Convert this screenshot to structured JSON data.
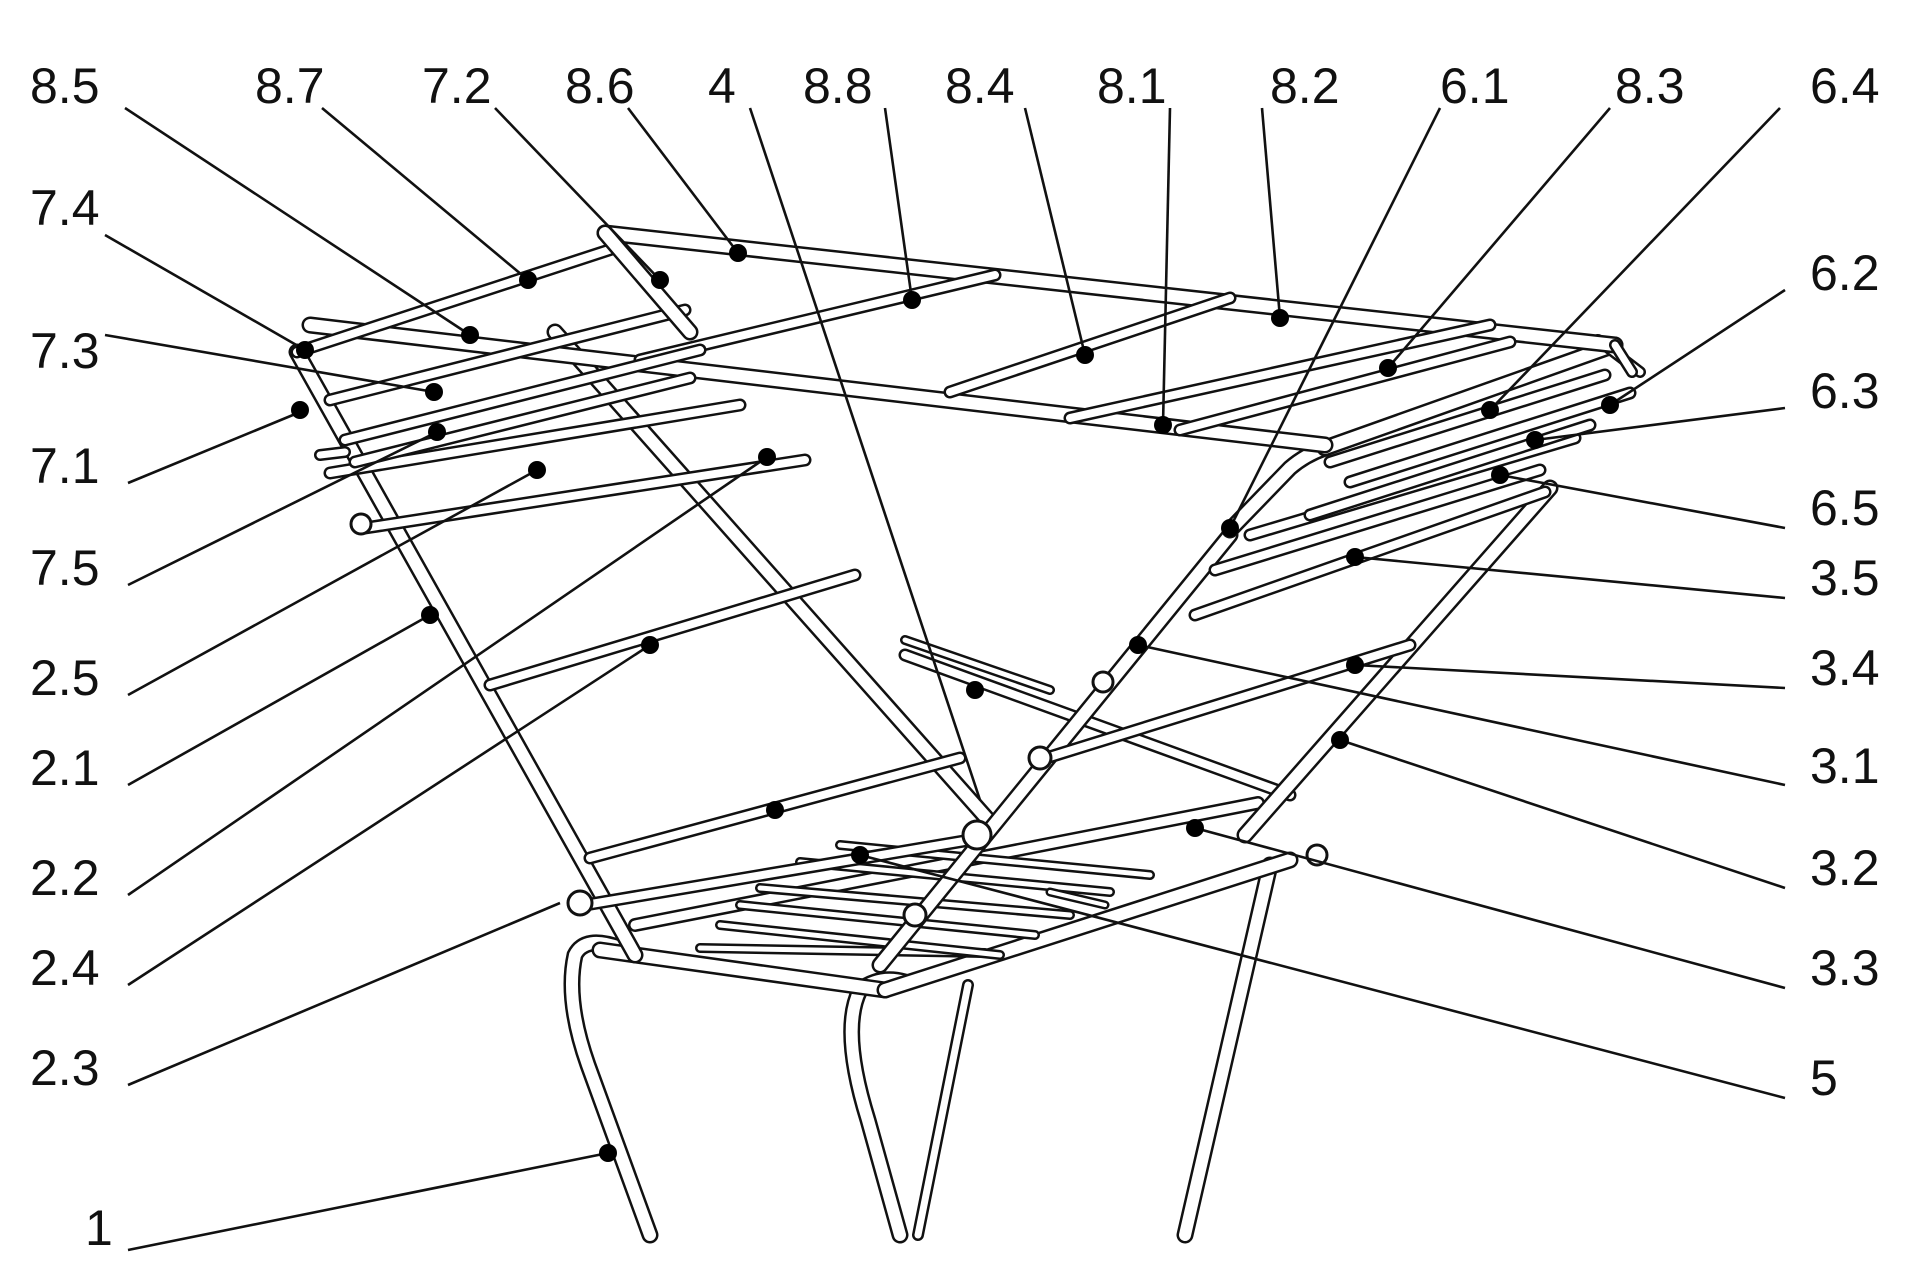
{
  "figure": {
    "colors": {
      "ink": "#111111",
      "background": "#ffffff",
      "marker": "#000000"
    },
    "labels": [
      {
        "id": "8_5",
        "text": "8.5"
      },
      {
        "id": "8_7",
        "text": "8.7"
      },
      {
        "id": "7_2",
        "text": "7.2"
      },
      {
        "id": "8_6",
        "text": "8.6"
      },
      {
        "id": "4",
        "text": "4"
      },
      {
        "id": "8_8",
        "text": "8.8"
      },
      {
        "id": "8_4",
        "text": "8.4"
      },
      {
        "id": "8_1",
        "text": "8.1"
      },
      {
        "id": "8_2",
        "text": "8.2"
      },
      {
        "id": "6_1",
        "text": "6.1"
      },
      {
        "id": "8_3",
        "text": "8.3"
      },
      {
        "id": "6_4",
        "text": "6.4"
      },
      {
        "id": "7_4",
        "text": "7.4"
      },
      {
        "id": "7_3",
        "text": "7.3"
      },
      {
        "id": "7_1",
        "text": "7.1"
      },
      {
        "id": "7_5",
        "text": "7.5"
      },
      {
        "id": "2_5",
        "text": "2.5"
      },
      {
        "id": "2_1",
        "text": "2.1"
      },
      {
        "id": "2_2",
        "text": "2.2"
      },
      {
        "id": "2_4",
        "text": "2.4"
      },
      {
        "id": "2_3",
        "text": "2.3"
      },
      {
        "id": "1",
        "text": "1"
      },
      {
        "id": "6_2",
        "text": "6.2"
      },
      {
        "id": "6_3",
        "text": "6.3"
      },
      {
        "id": "6_5",
        "text": "6.5"
      },
      {
        "id": "3_5",
        "text": "3.5"
      },
      {
        "id": "3_4",
        "text": "3.4"
      },
      {
        "id": "3_1",
        "text": "3.1"
      },
      {
        "id": "3_2",
        "text": "3.2"
      },
      {
        "id": "3_3",
        "text": "3.3"
      },
      {
        "id": "5",
        "text": "5"
      }
    ]
  }
}
